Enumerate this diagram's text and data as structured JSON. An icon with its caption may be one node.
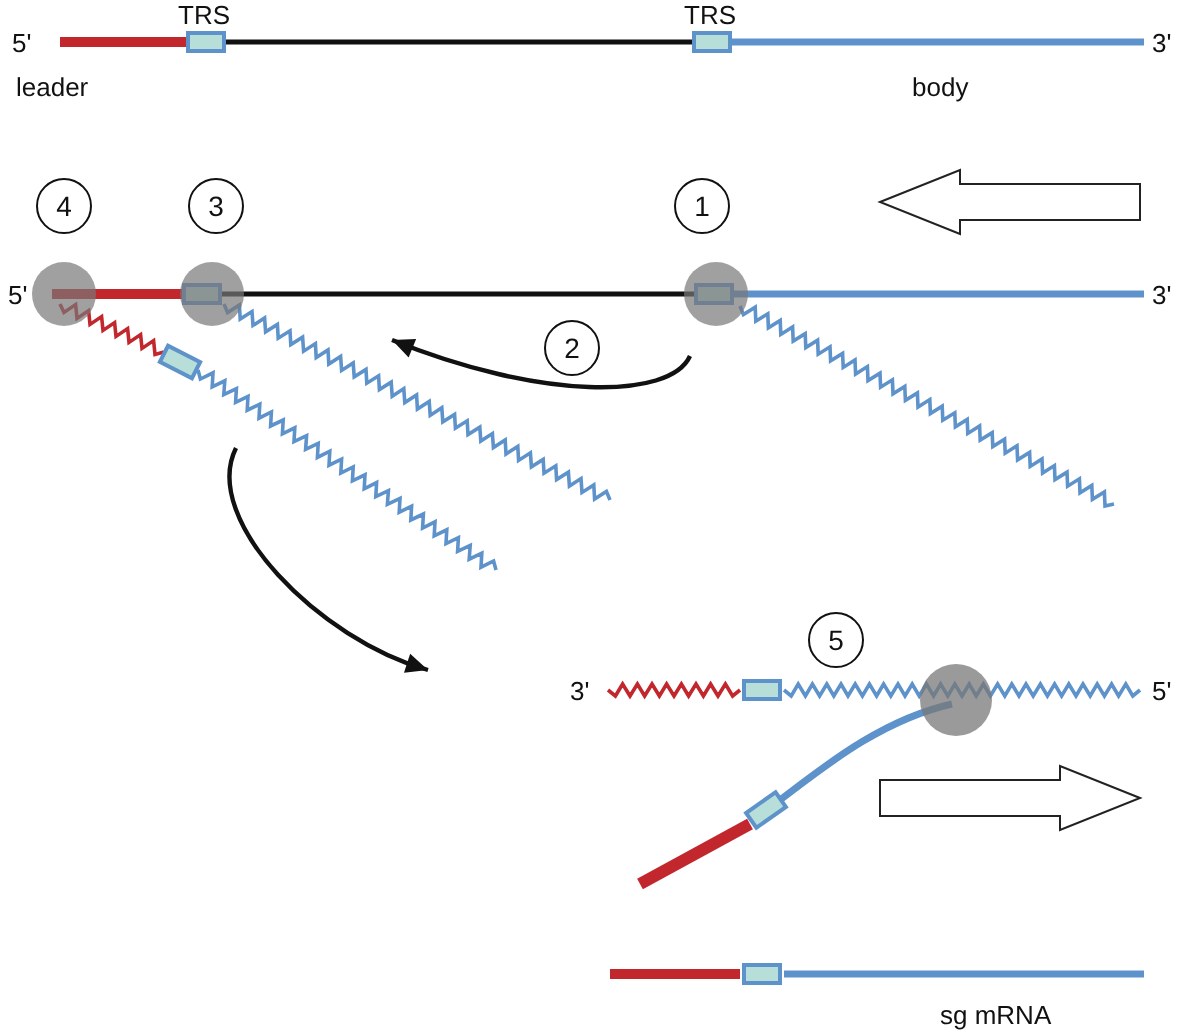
{
  "diagram": {
    "nodes": [
      {
        "text": [
          "4"
        ]
      },
      {
        "text": [
          "3"
        ]
      },
      {
        "text": [
          "1"
        ]
      },
      {
        "text": [
          "2"
        ]
      },
      {
        "text": [
          "5"
        ]
      }
    ],
    "labels": [
      "5'",
      "TRS",
      "TRS",
      "3'",
      "leader",
      "body",
      "5'",
      "3'",
      "3'",
      "5'",
      "sg mRNA"
    ]
  }
}
